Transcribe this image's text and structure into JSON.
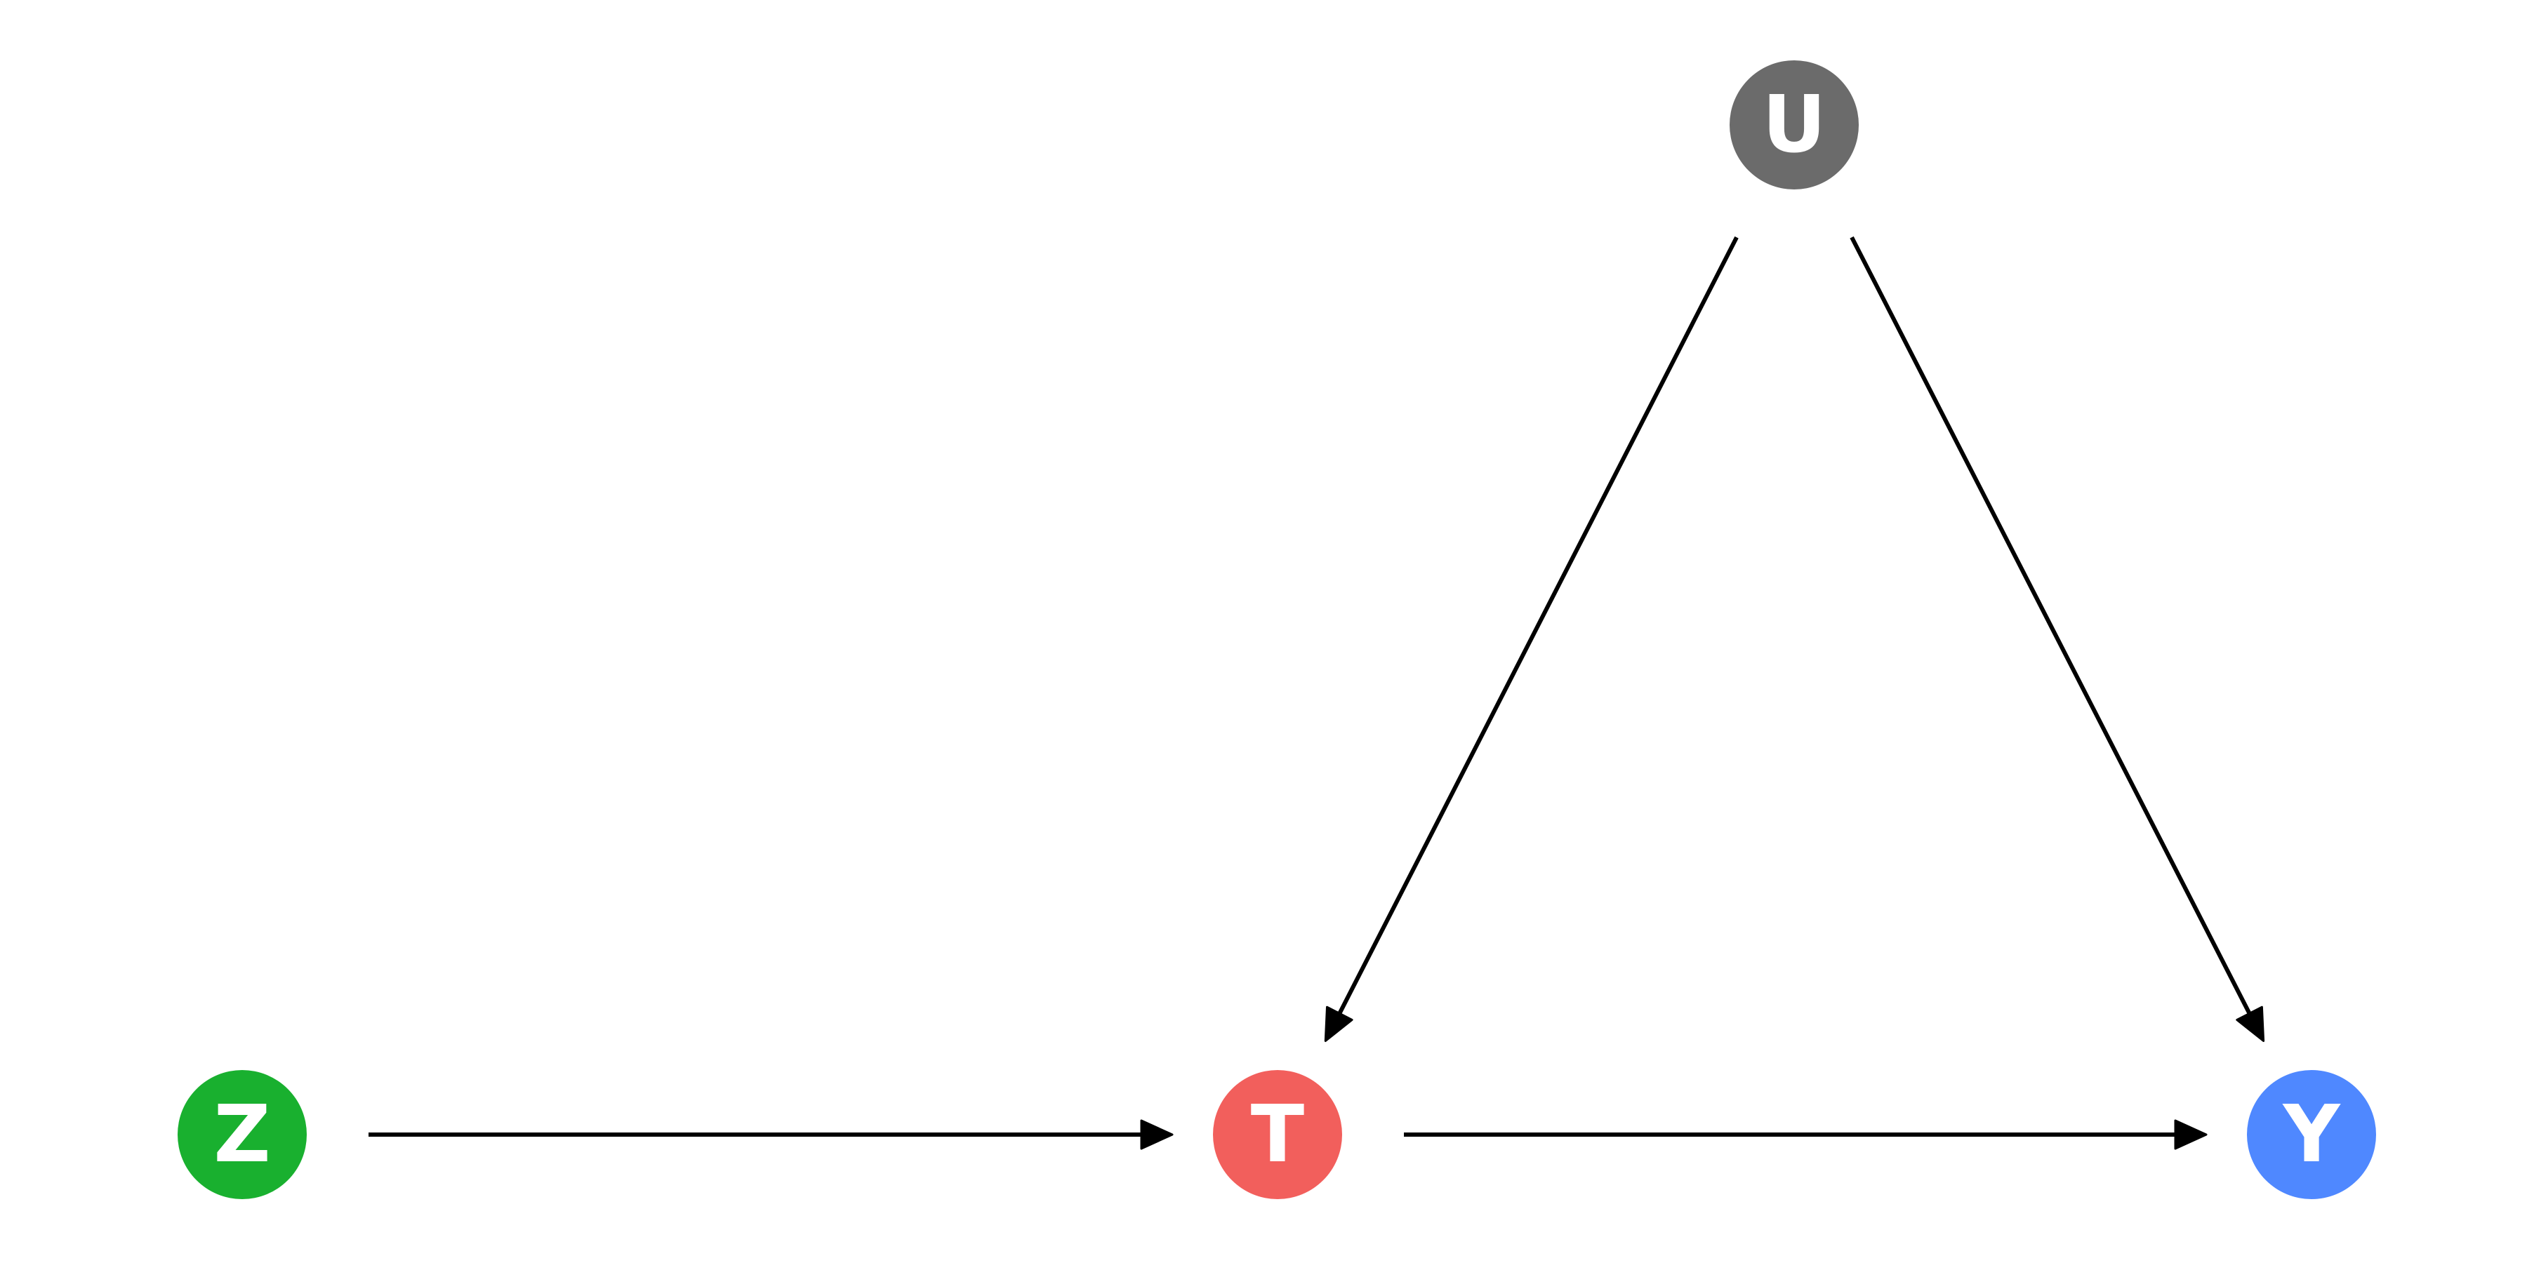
{
  "diagram": {
    "nodes": [
      {
        "id": "Z",
        "label": "Z",
        "color": "#19b02f"
      },
      {
        "id": "T",
        "label": "T",
        "color": "#f25f5c"
      },
      {
        "id": "Y",
        "label": "Y",
        "color": "#4f88ff"
      },
      {
        "id": "U",
        "label": "U",
        "color": "#6b6b6b"
      }
    ],
    "edges": [
      {
        "from": "Z",
        "to": "T"
      },
      {
        "from": "T",
        "to": "Y"
      },
      {
        "from": "U",
        "to": "T"
      },
      {
        "from": "U",
        "to": "Y"
      }
    ],
    "edge_color": "#000000"
  }
}
